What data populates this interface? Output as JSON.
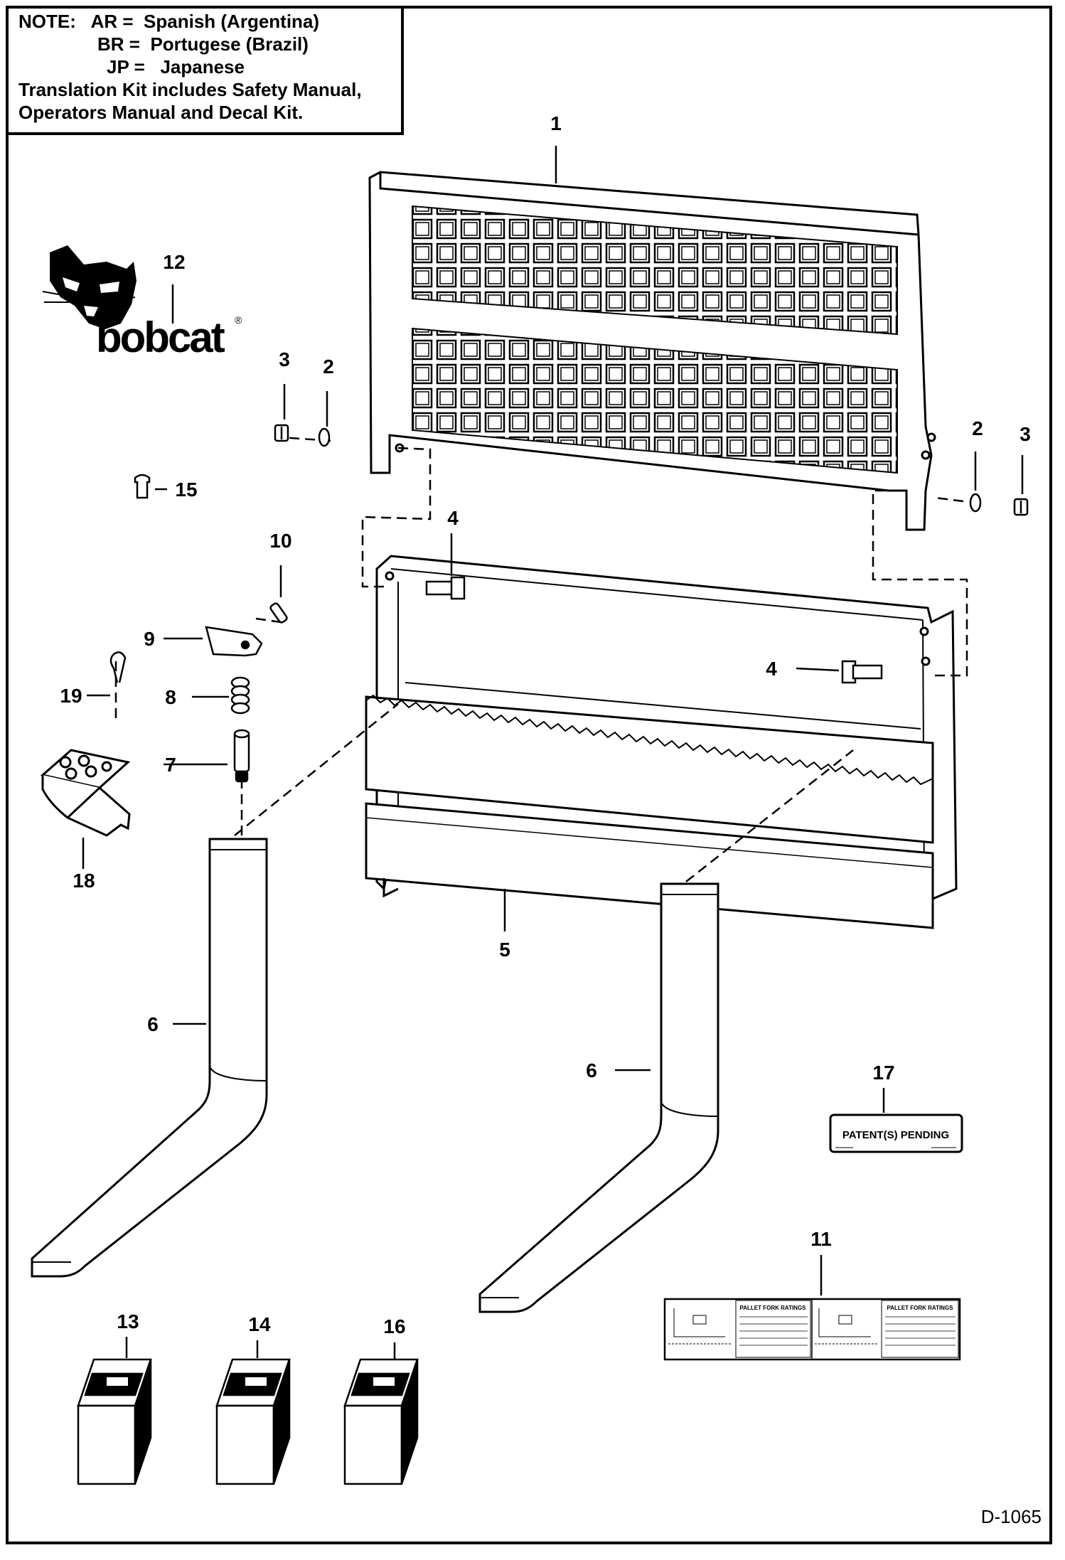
{
  "note": {
    "label": "NOTE:",
    "entries": [
      {
        "code": "AR",
        "eq": "=",
        "language": "Spanish (Argentina)"
      },
      {
        "code": "BR",
        "eq": "=",
        "language": "Portugese (Brazil)"
      },
      {
        "code": "JP",
        "eq": "=",
        "language": "Japanese"
      }
    ],
    "line1": "Translation Kit includes Safety Manual,",
    "line2": "Operators Manual and Decal Kit."
  },
  "logo": {
    "brand": "bobcat",
    "mark": "®"
  },
  "callouts": {
    "c1": "1",
    "c2a": "2",
    "c2b": "2",
    "c3a": "3",
    "c3b": "3",
    "c4a": "4",
    "c4b": "4",
    "c5": "5",
    "c6a": "6",
    "c6b": "6",
    "c7": "7",
    "c8": "8",
    "c9": "9",
    "c10": "10",
    "c11": "11",
    "c12": "12",
    "c13": "13",
    "c14": "14",
    "c15": "15",
    "c16": "16",
    "c17": "17",
    "c18": "18",
    "c19": "19"
  },
  "decal17": {
    "text": "PATENT(S) PENDING"
  },
  "decal11": {
    "left_title": "PALLET FORK RATINGS",
    "right_title": "PALLET FORK RATINGS"
  },
  "drawing_number": "D-1065"
}
